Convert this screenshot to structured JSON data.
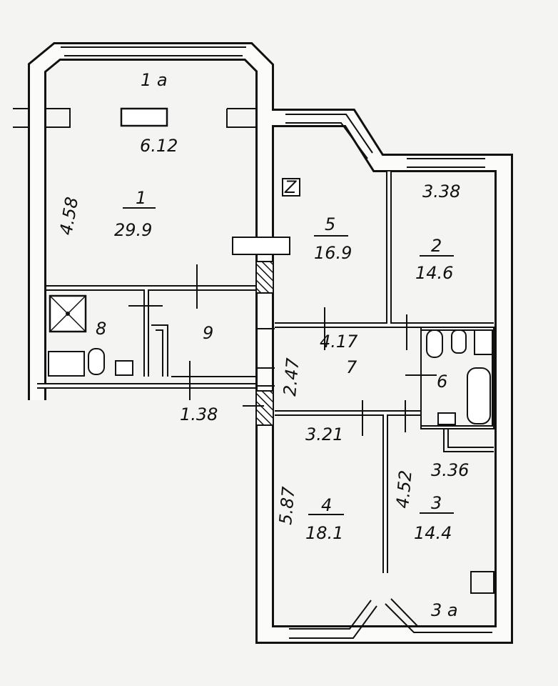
{
  "plan": {
    "rooms": [
      {
        "id": "1a",
        "label": "1 a"
      },
      {
        "id": "1",
        "number": "1",
        "area": "29.9",
        "width": "6.12",
        "depth": "4.58"
      },
      {
        "id": "5",
        "number": "5",
        "area": "16.9",
        "marker": "Z"
      },
      {
        "id": "2",
        "number": "2",
        "area": "14.6",
        "width": "3.38"
      },
      {
        "id": "8",
        "number": "8"
      },
      {
        "id": "9",
        "number": "9",
        "dim": "1.38"
      },
      {
        "id": "7",
        "number": "7",
        "width": "4.17",
        "depth": "2.47"
      },
      {
        "id": "6",
        "number": "6"
      },
      {
        "id": "4",
        "number": "4",
        "area": "18.1",
        "width": "3.21",
        "depth": "5.87"
      },
      {
        "id": "3",
        "number": "3",
        "area": "14.4",
        "width": "3.36",
        "depth": "4.52"
      },
      {
        "id": "3a",
        "label": "3 a"
      }
    ],
    "colors": {
      "ink": "#111111",
      "paper": "#f4f4f2"
    }
  }
}
